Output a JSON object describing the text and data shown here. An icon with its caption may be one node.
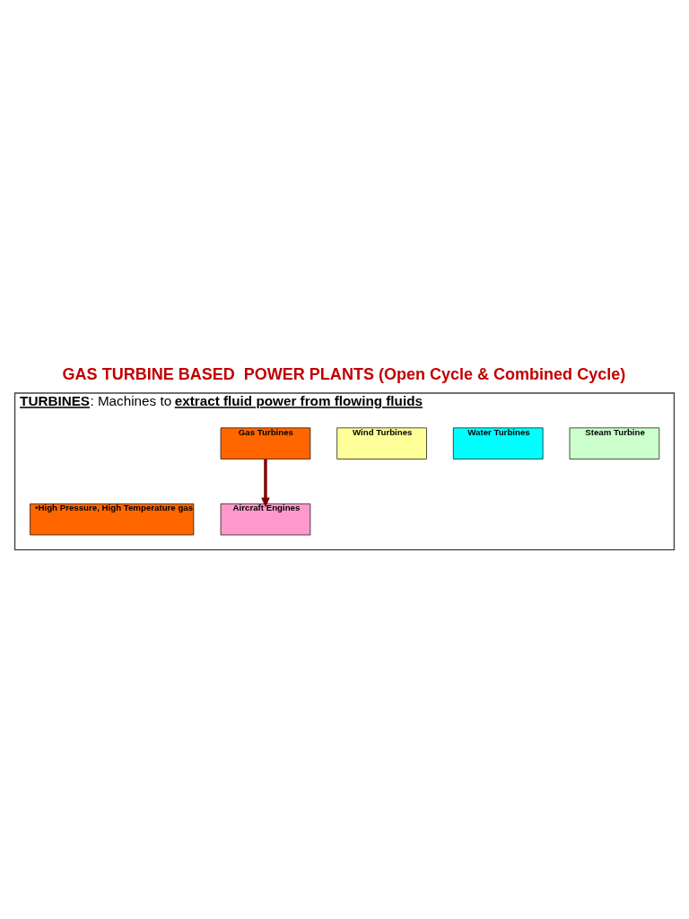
{
  "diagram": {
    "title": "GAS TURBINE BASED  POWER PLANTS (Open Cycle & Combined Cycle)",
    "nodes": [
      {
        "text": [
          "**TURBINES**: Machines to **extract fluid power from flowing fluids**"
        ]
      },
      {
        "text": [
          "Steam Turbine"
        ],
        "in": 0
      },
      {
        "text": [
          "Water Turbines"
        ],
        "in": 0
      },
      {
        "text": [
          "Wind Turbines"
        ],
        "in": 0
      },
      {
        "text": [
          "Gas Turbines"
        ],
        "in": 0
      },
      {
        "text": [
          "•High Pressure, High Temperature gas"
        ],
        "in": 0
      },
      {
        "text": [
          "Aircraft Engines"
        ],
        "in": 0
      }
    ],
    "edges": [
      {
        "from": 4,
        "to": 6,
        "arrow": "to",
        "color": "#800000"
      }
    ]
  }
}
